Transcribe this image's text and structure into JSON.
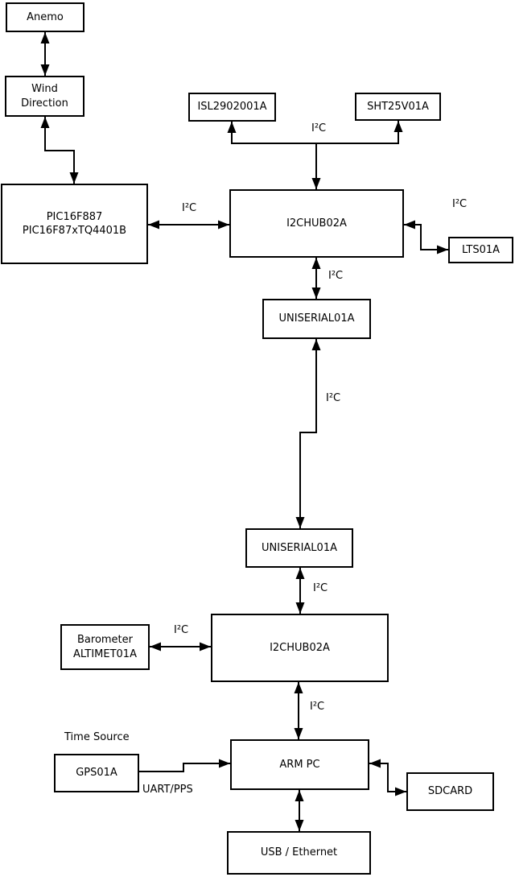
{
  "boxes": {
    "anemo": {
      "label": "Anemo"
    },
    "wind_direction": {
      "line1": "Wind",
      "line2": "Direction"
    },
    "pic": {
      "line1": "PIC16F887",
      "line2": "PIC16F87xTQ4401B"
    },
    "isl": {
      "label": "ISL2902001A"
    },
    "sht": {
      "label": "SHT25V01A"
    },
    "i2chub_upper": {
      "label": "I2CHUB02A"
    },
    "lts": {
      "label": "LTS01A"
    },
    "uniserial_upper": {
      "label": "UNISERIAL01A"
    },
    "uniserial_lower": {
      "label": "UNISERIAL01A"
    },
    "i2chub_lower": {
      "label": "I2CHUB02A"
    },
    "barometer": {
      "line1": "Barometer",
      "line2": "ALTIMET01A"
    },
    "arm_pc": {
      "label": "ARM PC"
    },
    "gps": {
      "label": "GPS01A"
    },
    "sdcard": {
      "label": "SDCARD"
    },
    "usb_ethernet": {
      "label": "USB / Ethernet"
    }
  },
  "bus_labels": {
    "sensor_bus": "I²C",
    "pic_hub": "I²C",
    "hub_lts": "I²C",
    "hub_uniserial": "I²C",
    "uniserial_link": "I²C",
    "uniserial_hub": "I²C",
    "barometer_hub": "I²C",
    "hub_armpc": "I²C"
  },
  "annotations": {
    "time_source": "Time Source",
    "uart_pps": "UART/PPS"
  },
  "colors": {
    "line": "#000000",
    "background": "#ffffff",
    "text": "#000000"
  }
}
